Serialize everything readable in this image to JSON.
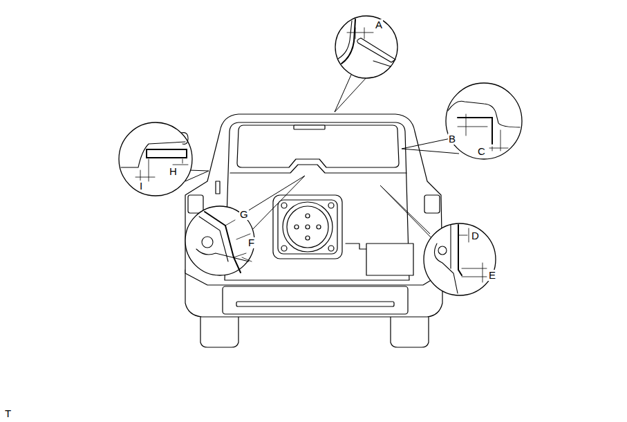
{
  "diagram": {
    "labels": [
      "A",
      "B",
      "C",
      "H",
      "I",
      "G",
      "F",
      "D",
      "E",
      "T"
    ]
  }
}
